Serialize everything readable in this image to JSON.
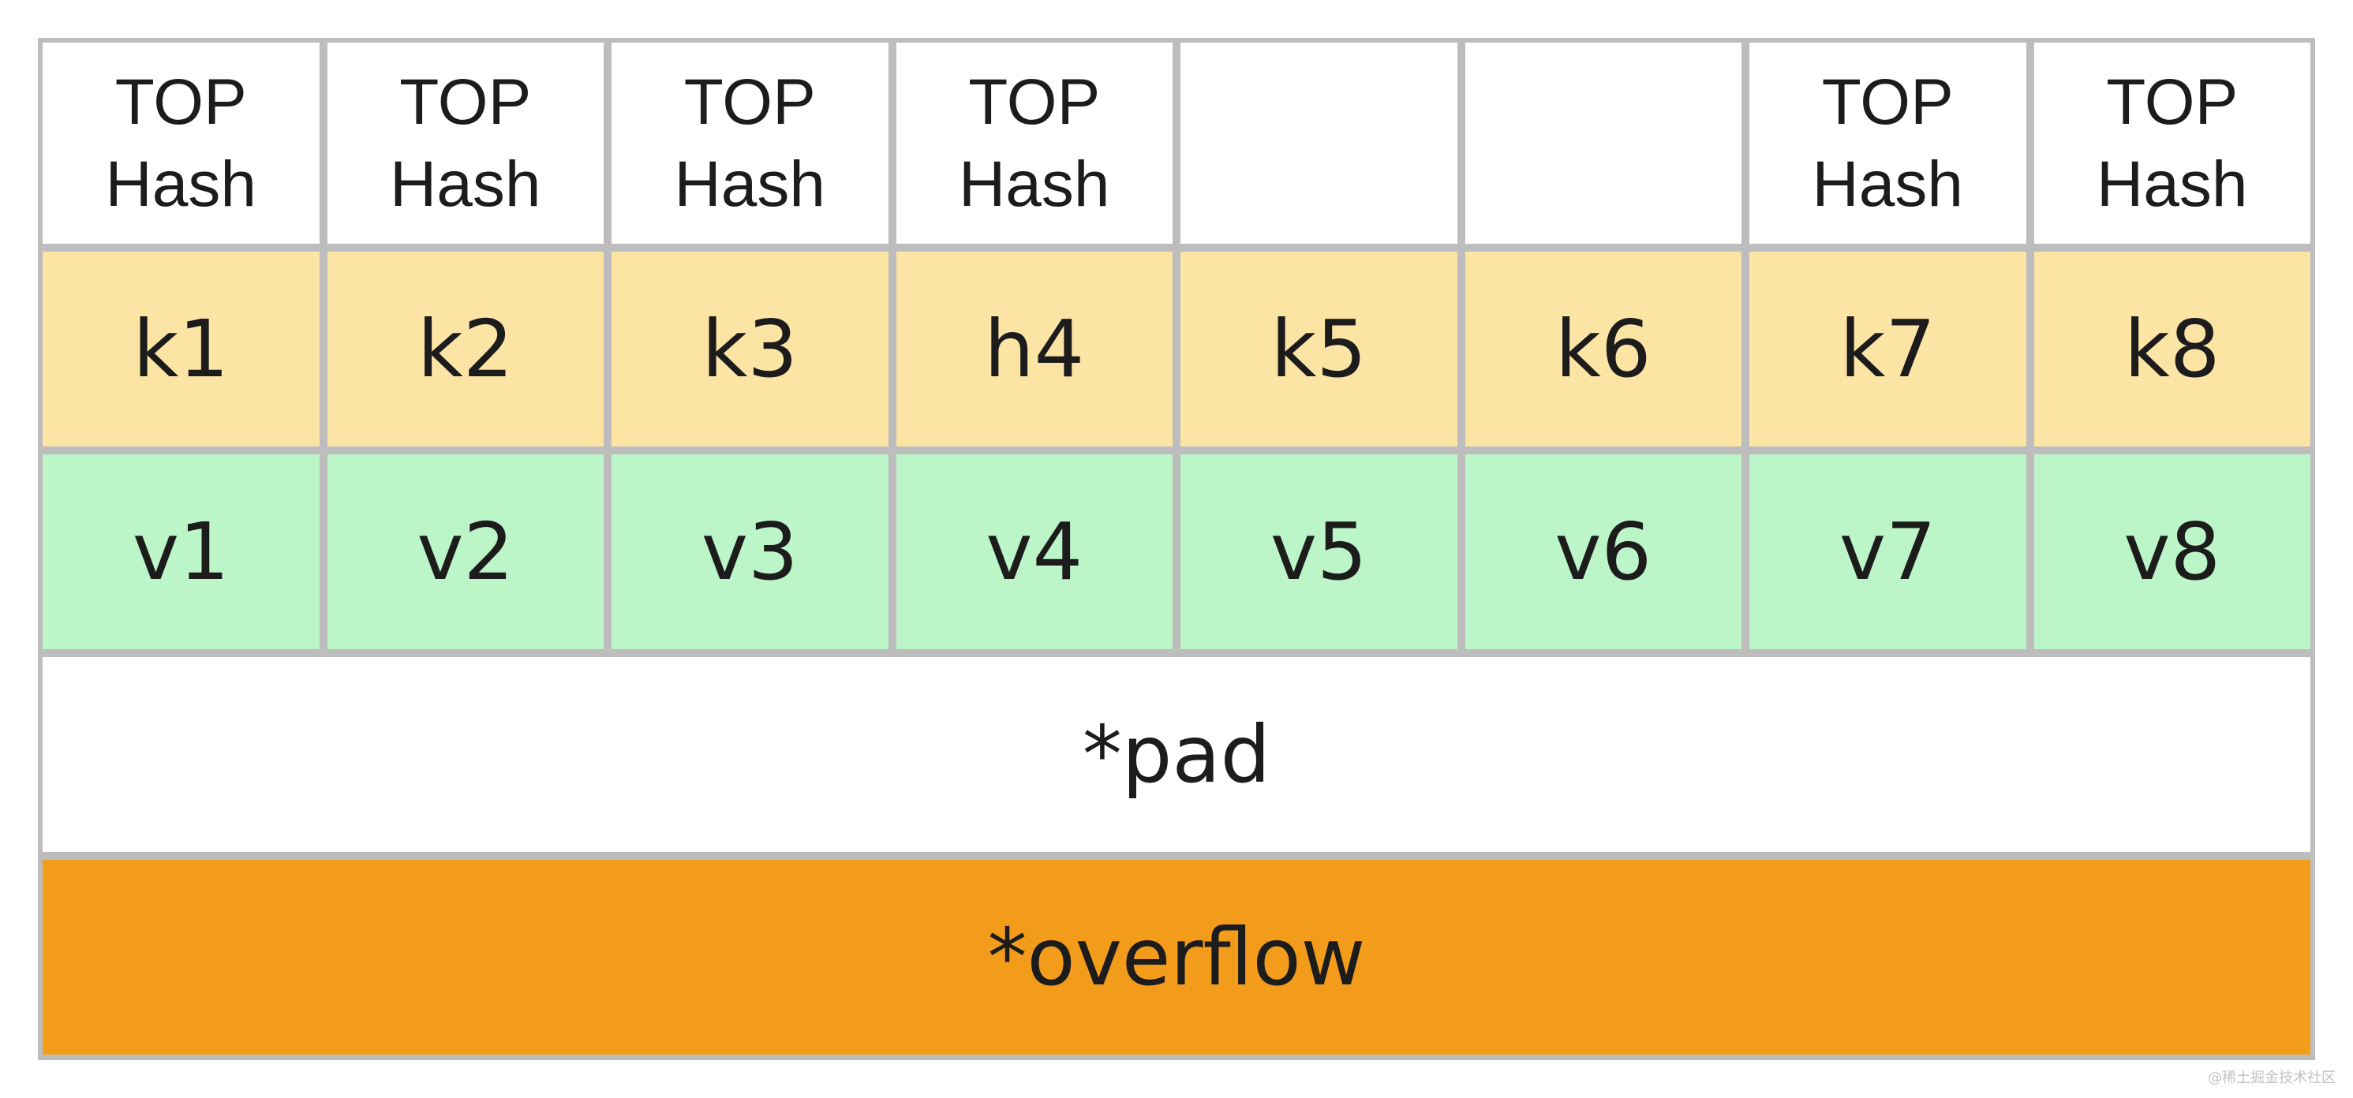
{
  "tophash": [
    "TOP\nHash",
    "TOP\nHash",
    "TOP\nHash",
    "TOP\nHash",
    "",
    "",
    "TOP\nHash",
    "TOP\nHash"
  ],
  "keys": [
    "k1",
    "k2",
    "k3",
    "h4",
    "k5",
    "k6",
    "k7",
    "k8"
  ],
  "values": [
    "v1",
    "v2",
    "v3",
    "v4",
    "v5",
    "v6",
    "v7",
    "v8"
  ],
  "pad_label": "*pad",
  "overflow_label": "*overflow",
  "watermark": "@稀土掘金技术社区",
  "colors": {
    "key_fill": "#fce4a5",
    "value_fill": "#bcf5c8",
    "overflow_fill": "#f39c1b",
    "grid_line": "#bdbdbd"
  }
}
